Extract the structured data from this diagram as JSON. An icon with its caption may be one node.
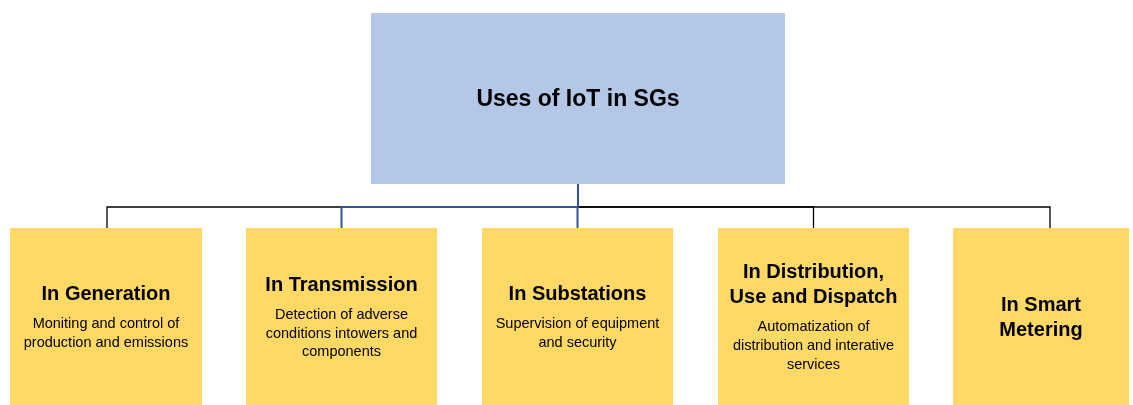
{
  "diagram": {
    "nodes": [
      {
        "text": [
          "Uses of IoT in SGs"
        ]
      },
      {
        "text": [
          "In Generation",
          "Moniting and control of production and emissions"
        ]
      },
      {
        "text": [
          "In Transmission",
          "Detection of adverse conditions intowers and components"
        ]
      },
      {
        "text": [
          "In Substations",
          "Supervision of equipment and security"
        ]
      },
      {
        "text": [
          "In Distribution, Use and Dispatch",
          "Automatization of distribution and interative services"
        ]
      },
      {
        "text": [
          "In Smart Metering"
        ]
      }
    ],
    "edges": [
      {
        "from": 0,
        "to": 1,
        "arrow": "none"
      },
      {
        "from": 0,
        "to": 2,
        "arrow": "none",
        "color": "#2f5597"
      },
      {
        "from": 0,
        "to": 3,
        "arrow": "none",
        "color": "#2f5597"
      },
      {
        "from": 0,
        "to": 4,
        "arrow": "none"
      },
      {
        "from": 0,
        "to": 5,
        "arrow": "none"
      }
    ]
  }
}
